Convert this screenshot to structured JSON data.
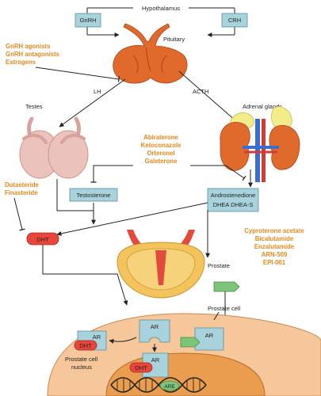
{
  "labels": {
    "hypothalamus": "Hypothalamus",
    "gnrh": "GnRH",
    "crh": "CRH",
    "pituitary": "Pituitary",
    "lh": "LH",
    "acth": "ACTH",
    "testes": "Testes",
    "adrenal_glands": "Adrenal glands",
    "testosterone": "Testosterone",
    "androstenedione": "Androstenedione",
    "dhea": "DHEA DHEA-S",
    "dht": "DHT",
    "prostate": "Prostate",
    "prostate_cell": "Prostate cell",
    "nucleus_line1": "Prostate cell",
    "nucleus_line2": "nucleus",
    "ar": "AR",
    "are": "ARE"
  },
  "drugs": {
    "pituitary_group": [
      "GnRH agonists",
      "GnRH antagonists",
      "Estrogens"
    ],
    "synthesis_group": [
      "Abiraterone",
      "Ketoconazole",
      "Orteronel",
      "Galeterone"
    ],
    "reductase_group": [
      "Dutasteride",
      "Finasteride"
    ],
    "antiandrogen_group": [
      "Cyproterone acetate",
      "Bicalutamide",
      "Enzalutamide",
      "ARN-509",
      "EPI-001"
    ]
  },
  "colors": {
    "drug_text": "#e08a1e",
    "box_fill": "#a9d3dc",
    "gland_orange": "#e06a2c",
    "dht_red": "#e8463a",
    "cell_fill": "#f6c79a",
    "nucleus_fill": "#eb9d4f",
    "antagonist_green": "#7cc47a",
    "testes_pink": "#ecc3bc",
    "adrenal_yellow": "#f3ec8a"
  }
}
